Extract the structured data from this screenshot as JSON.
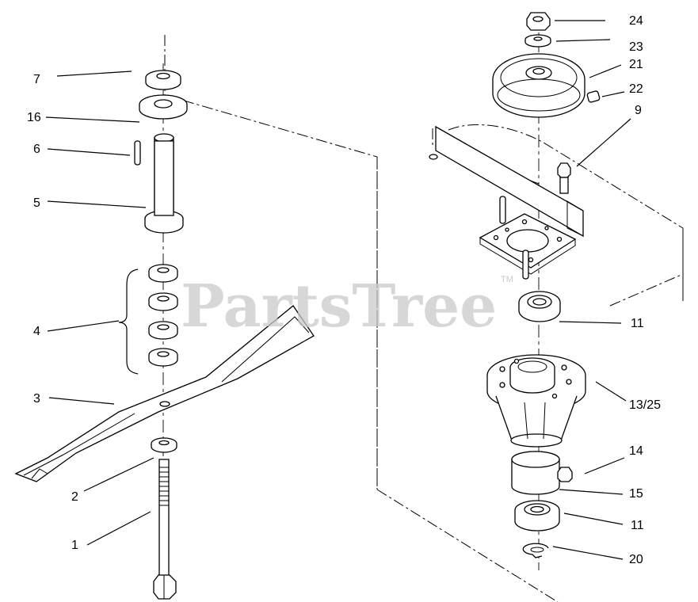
{
  "watermark": {
    "text": "PartsTree",
    "trademark": "TM"
  },
  "callouts": [
    {
      "id": "c24",
      "label": "24"
    },
    {
      "id": "c23",
      "label": "23"
    },
    {
      "id": "c21",
      "label": "21"
    },
    {
      "id": "c22",
      "label": "22"
    },
    {
      "id": "c9",
      "label": "9"
    },
    {
      "id": "c11a",
      "label": "11"
    },
    {
      "id": "c1325",
      "label": "13/25"
    },
    {
      "id": "c14",
      "label": "14"
    },
    {
      "id": "c15",
      "label": "15"
    },
    {
      "id": "c11b",
      "label": "11"
    },
    {
      "id": "c20",
      "label": "20"
    },
    {
      "id": "c7",
      "label": "7"
    },
    {
      "id": "c16",
      "label": "16"
    },
    {
      "id": "c6",
      "label": "6"
    },
    {
      "id": "c5",
      "label": "5"
    },
    {
      "id": "c4",
      "label": "4"
    },
    {
      "id": "c3",
      "label": "3"
    },
    {
      "id": "c2",
      "label": "2"
    },
    {
      "id": "c1",
      "label": "1"
    }
  ]
}
